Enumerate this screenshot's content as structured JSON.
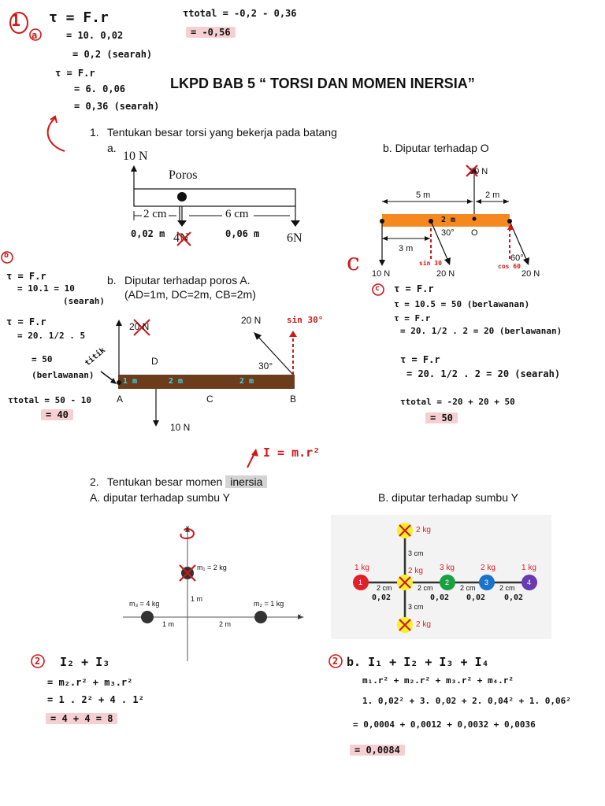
{
  "title": "LKPD BAB 5 “ TORSI DAN MOMEN INERSIA”",
  "questions": {
    "q1_prompt": "Tentukan besar torsi yang bekerja pada batang",
    "q1_num": "1.",
    "q1a_label": "a.",
    "q1b_label": "b.",
    "q1b_text": "Diputar terhadap poros A.",
    "q1b_sub": "(AD=1m, DC=2m, CB=2m)",
    "q1c_title": "b. Diputar terhadap O",
    "q2_num": "2.",
    "q2_prompt_plain": "Tentukan besar momen ",
    "q2_prompt_highlight": "inersia",
    "q2a_title": "A.  diputar terhadap sumbu Y",
    "q2b_title": "B. diputar terhadap sumbu Y"
  },
  "diagram_a": {
    "force_left": "10 N",
    "poros": "Poros",
    "dist1": "2 cm",
    "dist2": "6 cm",
    "force_mid": "4N",
    "force_right": "6N"
  },
  "diagram_b": {
    "f_top_left": "20 N",
    "f_top_right": "20 N",
    "f_bottom": "10 N",
    "angle": "30°",
    "pt_a": "A",
    "pt_c": "C",
    "pt_b": "B",
    "pt_d": "D"
  },
  "diagram_c": {
    "f_top": "30 N",
    "len_left": "5 m",
    "len_right": "2 m",
    "len_bottom": "3 m",
    "f_bl": "10 N",
    "f_bm": "20 N",
    "f_br": "20 N",
    "angle1": "30°",
    "angle2": "60°",
    "pt_o": "O"
  },
  "diagram_2a": {
    "y_axis": "y",
    "x_axis": "x",
    "m1": "m₁ = 2 kg",
    "m2": "m₂ = 1 kg",
    "m3": "m₃ = 4 kg",
    "d1": "1 m",
    "d_left": "1 m",
    "d_right": "2 m"
  },
  "diagram_2b": {
    "top_mass": "2 kg",
    "bottom_mass": "2 kg",
    "d_top": "3 cm",
    "d_bottom": "3 cm",
    "m1": "1 kg",
    "mx": "2 kg",
    "m2": "3 kg",
    "m3": "2 kg",
    "m4": "1 kg",
    "n1": "1",
    "n2": "2",
    "n3": "3",
    "n4": "4",
    "gap": "2 cm"
  },
  "notes": {
    "n1_circle": "1",
    "n1_a": "a",
    "n1_l1": "τ = F.r",
    "n1_l2": "= 10. 0,02",
    "n1_l3": "= 0,2  (searah)",
    "n1_l4": "τ = F.r",
    "n1_l5": "= 6. 0,06",
    "n1_l6": "= 0,36 (searah)",
    "total_l1": "τtotal = -0,2 - 0,36",
    "total_l2": "= -0,56",
    "under_a_1": "0,02 m",
    "under_a_2": "0,06 m",
    "b_circle": "b",
    "b_l1": "τ = F.r",
    "b_l2": "= 10.1 = 10",
    "b_l3": "(searah)",
    "b_l4": "τ = F.r",
    "b_l5": "= 20. 1/2 . 5",
    "b_l6": "= 50",
    "b_l7": "(berlawanan)",
    "b_titik": "titik",
    "b_total": "τtotal = 50 - 10",
    "b_ans": "= 40",
    "sin30": "sin 30°",
    "bar_1m": "1 m",
    "bar_2m_a": "2 m",
    "bar_2m_b": "2 m",
    "c_letter": "c",
    "c_circle": "c",
    "c_l1": "τ = F.r",
    "c_l2": "τ = 10.5 = 50 (berlawanan)",
    "c_l3": "τ = F.r",
    "c_l4": "= 20. 1/2 . 2 = 20 (berlawanan)",
    "c_l5": "τ = F.r",
    "c_l6": "= 20. 1/2 . 2  =  20 (searah)",
    "c_total": "τtotal = -20 + 20 + 50",
    "c_ans": "= 50",
    "c_bar2m": "2 m",
    "c_sin30": "sin 30",
    "c_cos60": "cos 60",
    "inertia_formula": "I = m.r²",
    "two_circle": "2",
    "a2_l1": "I₂ + I₃",
    "a2_l2": "= m₂.r² + m₃.r²",
    "a2_l3": "= 1 . 2² + 4 . 1²",
    "a2_ans": "= 4 + 4 = 8",
    "b2_circle": "2",
    "b2_l1": "b.   I₁ + I₂ + I₃ + I₄",
    "b2_l2": "m₁.r² + m₂.r² + m₃.r² + m₄.r²",
    "b2_l3": "1. 0,02² + 3. 0,02 + 2. 0,04² + 1. 0,06²",
    "b2_l4": "= 0,0004 + 0,0012 + 0,0032 + 0,0036",
    "b2_ans": "= 0,0084",
    "b2_d1": "0,02",
    "b2_d2": "0,02",
    "b2_d3": "0,02",
    "b2_d4": "0,02"
  },
  "colors": {
    "accent_red": "#d01818",
    "highlight_pink": "#f6cfd2",
    "bar_brown": "#6b3d1c",
    "bar_orange": "#f5891f",
    "bar_cyan": "#3fd6e8",
    "ball_red": "#e0202a",
    "ball_green": "#1aa040",
    "ball_blue": "#1a73c8",
    "ball_purple": "#6a3ab0",
    "ball_yellow": "#f4f02a"
  }
}
